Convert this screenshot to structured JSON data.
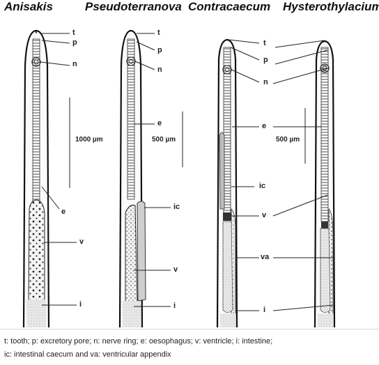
{
  "genera": [
    "Anisakis",
    "Pseudoterranova",
    "Contracaecum",
    "Hysterothylacium"
  ],
  "labels": {
    "anisakis": [
      "t",
      "p",
      "n",
      "e",
      "v",
      "i"
    ],
    "pseudoterranova": [
      "t",
      "p",
      "n",
      "e",
      "ic",
      "v",
      "i"
    ],
    "contra_hystero": [
      "t",
      "p",
      "n",
      "e",
      "ic",
      "v",
      "va",
      "i"
    ]
  },
  "scale_bars": [
    "1000 µm",
    "500 µm",
    "500 µm"
  ],
  "caption": {
    "line1": "t: tooth; p: excretory pore; n: nerve ring; e: oesophagus; v: ventricle; i: intestine;",
    "line2": "ic: intestinal caecum and va: ventricular appendix"
  }
}
